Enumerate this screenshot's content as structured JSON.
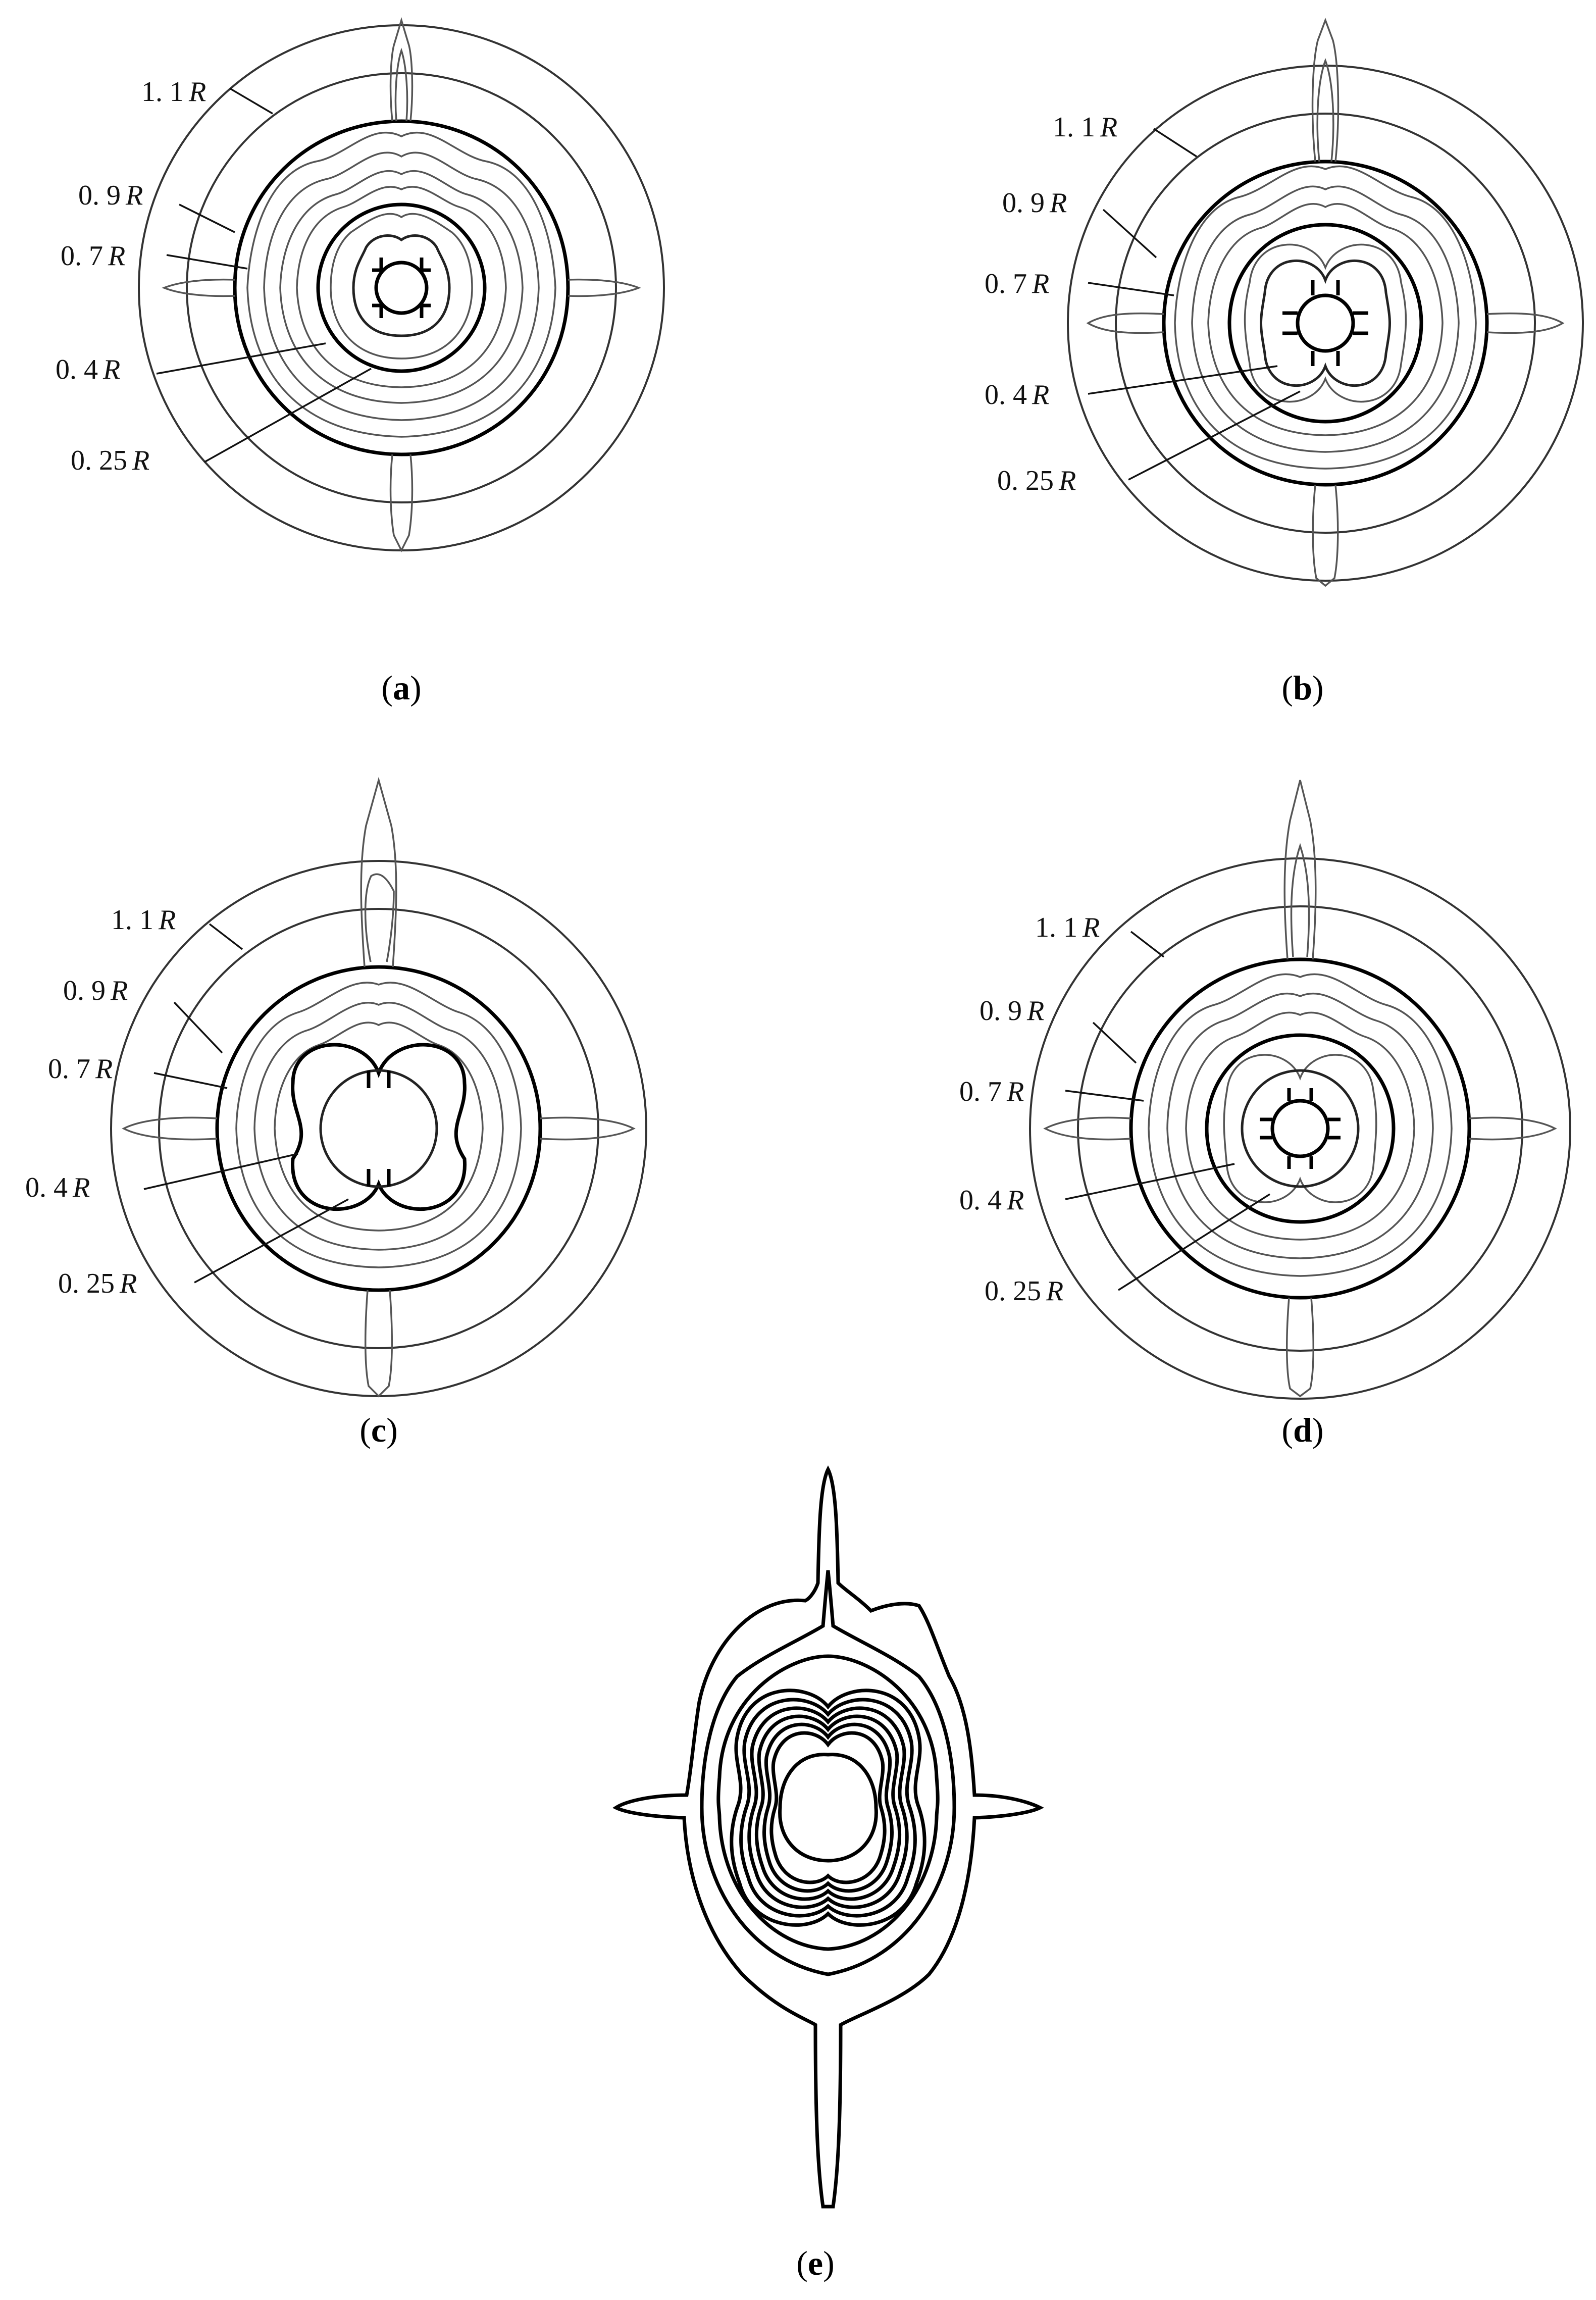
{
  "panels": [
    {
      "id": "a",
      "caption_letter": "a",
      "labels": [
        {
          "num": "1. 1",
          "sym": "R"
        },
        {
          "num": "0. 9",
          "sym": "R"
        },
        {
          "num": "0. 7",
          "sym": "R"
        },
        {
          "num": "0. 4",
          "sym": "R"
        },
        {
          "num": "0. 25",
          "sym": "R"
        }
      ]
    },
    {
      "id": "b",
      "caption_letter": "b",
      "labels": [
        {
          "num": "1. 1",
          "sym": "R"
        },
        {
          "num": "0. 9",
          "sym": "R"
        },
        {
          "num": "0. 7",
          "sym": "R"
        },
        {
          "num": "0. 4",
          "sym": "R"
        },
        {
          "num": "0. 25",
          "sym": "R"
        }
      ]
    },
    {
      "id": "c",
      "caption_letter": "c",
      "labels": [
        {
          "num": "1. 1",
          "sym": "R"
        },
        {
          "num": "0. 9",
          "sym": "R"
        },
        {
          "num": "0. 7",
          "sym": "R"
        },
        {
          "num": "0. 4",
          "sym": "R"
        },
        {
          "num": "0. 25",
          "sym": "R"
        }
      ]
    },
    {
      "id": "d",
      "caption_letter": "d",
      "labels": [
        {
          "num": "1. 1",
          "sym": "R"
        },
        {
          "num": "0. 9",
          "sym": "R"
        },
        {
          "num": "0. 7",
          "sym": "R"
        },
        {
          "num": "0. 4",
          "sym": "R"
        },
        {
          "num": "0. 25",
          "sym": "R"
        }
      ]
    },
    {
      "id": "e",
      "caption_letter": "e",
      "labels": []
    }
  ],
  "colors": {
    "line": "#222222",
    "background": "#ffffff"
  }
}
